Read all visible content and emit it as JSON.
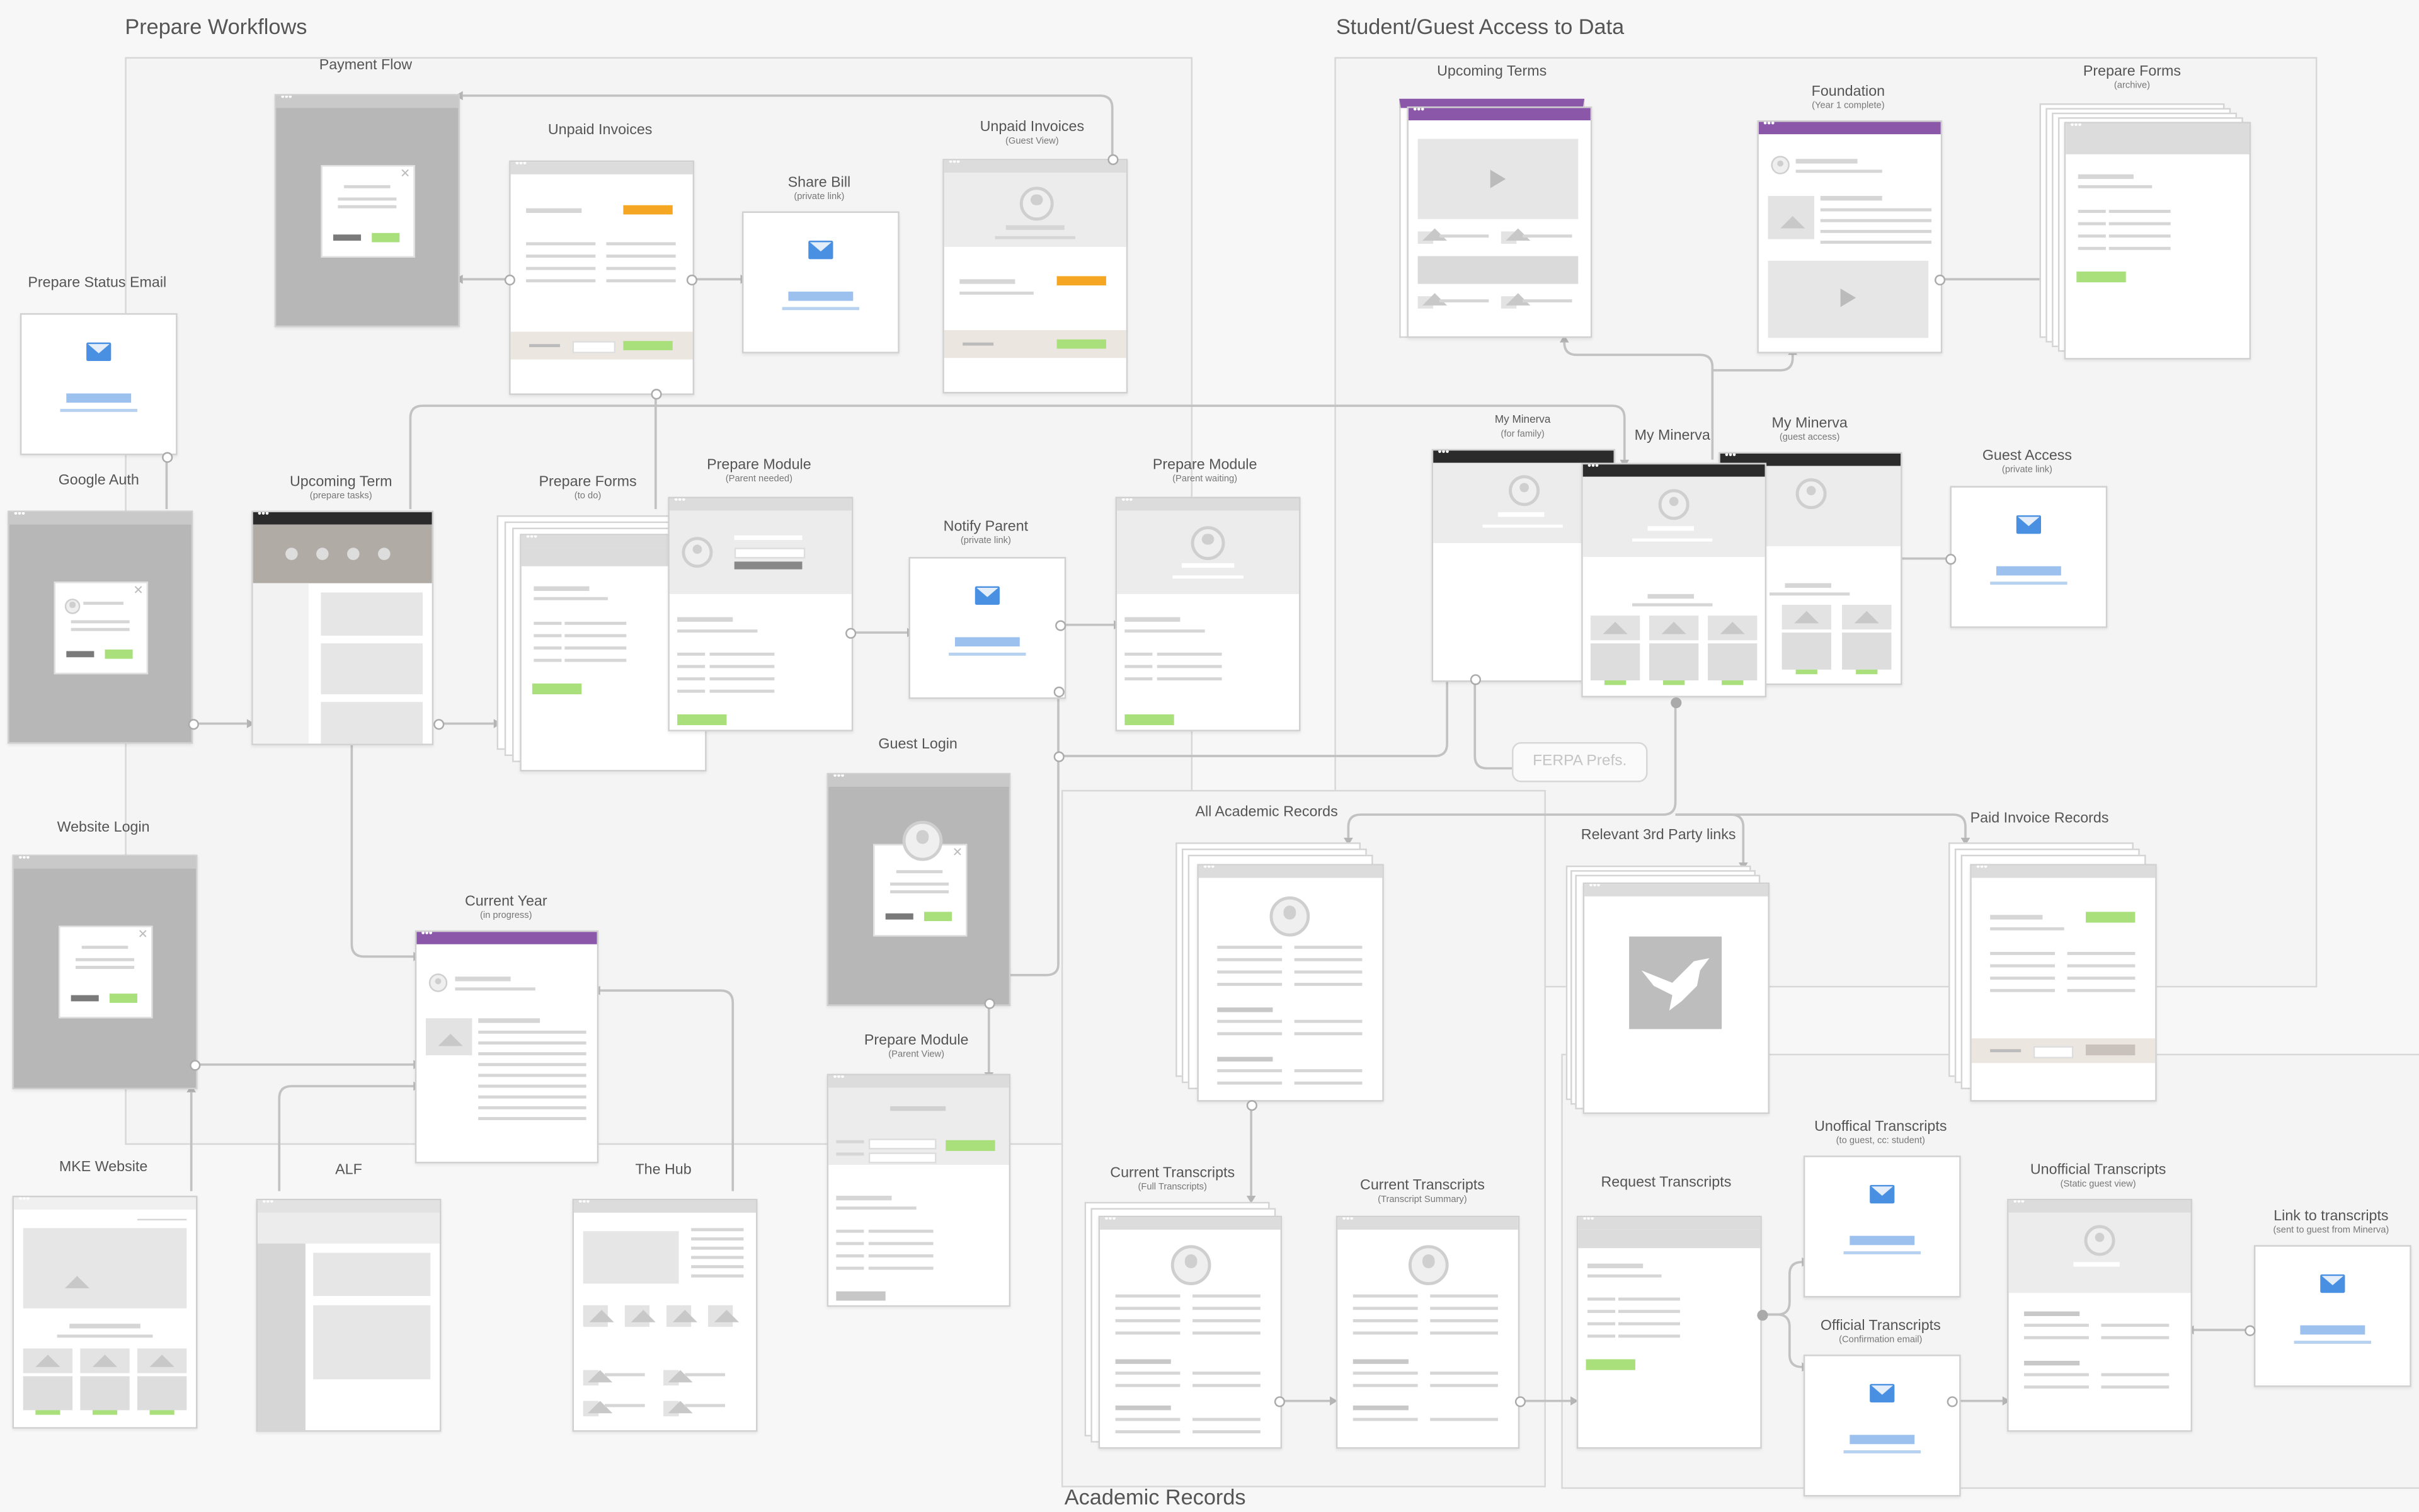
{
  "sections": {
    "prepare_workflows": "Prepare Workflows",
    "student_guest_access": "Student/Guest Access to Data",
    "academic_records": "Academic Records"
  },
  "labels": {
    "payment_flow": {
      "title": "Payment Flow",
      "sub": ""
    },
    "unpaid_invoices": {
      "title": "Unpaid Invoices",
      "sub": ""
    },
    "share_bill": {
      "title": "Share Bill",
      "sub": "(private link)"
    },
    "unpaid_invoices_guest": {
      "title": "Unpaid Invoices",
      "sub": "(Guest View)"
    },
    "prepare_status_email": {
      "title": "Prepare Status Email",
      "sub": ""
    },
    "google_auth": {
      "title": "Google Auth",
      "sub": ""
    },
    "upcoming_term_prepare": {
      "title": "Upcoming Term",
      "sub": "(prepare tasks)"
    },
    "prepare_forms_todo": {
      "title": "Prepare Forms",
      "sub": "(to do)"
    },
    "prepare_module_parent_needed": {
      "title": "Prepare Module",
      "sub": "(Parent needed)"
    },
    "notify_parent": {
      "title": "Notify Parent",
      "sub": "(private link)"
    },
    "prepare_module_parent_waiting": {
      "title": "Prepare Module",
      "sub": "(Parent waiting)"
    },
    "guest_login": {
      "title": "Guest Login",
      "sub": ""
    },
    "website_login": {
      "title": "Website Login",
      "sub": ""
    },
    "current_year": {
      "title": "Current Year",
      "sub": "(in progress)"
    },
    "prepare_module_parent_view": {
      "title": "Prepare Module",
      "sub": "(Parent View)"
    },
    "mke_website": {
      "title": "MKE Website",
      "sub": ""
    },
    "alf": {
      "title": "ALF",
      "sub": ""
    },
    "the_hub": {
      "title": "The Hub",
      "sub": ""
    },
    "upcoming_terms": {
      "title": "Upcoming Terms",
      "sub": ""
    },
    "foundation": {
      "title": "Foundation",
      "sub": "(Year 1 complete)"
    },
    "prepare_forms_archive": {
      "title": "Prepare Forms",
      "sub": "(archive)"
    },
    "my_minerva_family": {
      "title": "My Minerva",
      "sub": "(for family)"
    },
    "my_minerva": {
      "title": "My Minerva",
      "sub": ""
    },
    "my_minerva_guest": {
      "title": "My Minerva",
      "sub": "(guest access)"
    },
    "guest_access": {
      "title": "Guest Access",
      "sub": "(private link)"
    },
    "all_academic_records": {
      "title": "All Academic Records",
      "sub": ""
    },
    "relevant_3rd_party": {
      "title": "Relevant 3rd Party links",
      "sub": ""
    },
    "paid_invoice_records": {
      "title": "Paid Invoice Records",
      "sub": ""
    },
    "current_transcripts_full": {
      "title": "Current Transcripts",
      "sub": "(Full Transcripts)"
    },
    "current_transcripts_summary": {
      "title": "Current Transcripts",
      "sub": "(Transcript Summary)"
    },
    "request_transcripts": {
      "title": "Request Transcripts",
      "sub": ""
    },
    "unofficial_transcripts_email": {
      "title": "Unoffical Transcripts",
      "sub": "(to guest, cc: student)"
    },
    "official_transcripts": {
      "title": "Official Transcripts",
      "sub": "(Confirmation email)"
    },
    "unofficial_transcripts_static": {
      "title": "Unofficial Transcripts",
      "sub": "(Static guest view)"
    },
    "link_to_transcripts": {
      "title": "Link to transcripts",
      "sub": "(sent to guest from Minerva)"
    }
  },
  "ferpa_label": "FERPA Prefs.",
  "colors": {
    "accent_blue": "#4a90e2",
    "accent_green": "#a9e07c",
    "accent_orange": "#f5a623",
    "accent_purple": "#8b58a9",
    "connector": "#bdbdbd"
  }
}
